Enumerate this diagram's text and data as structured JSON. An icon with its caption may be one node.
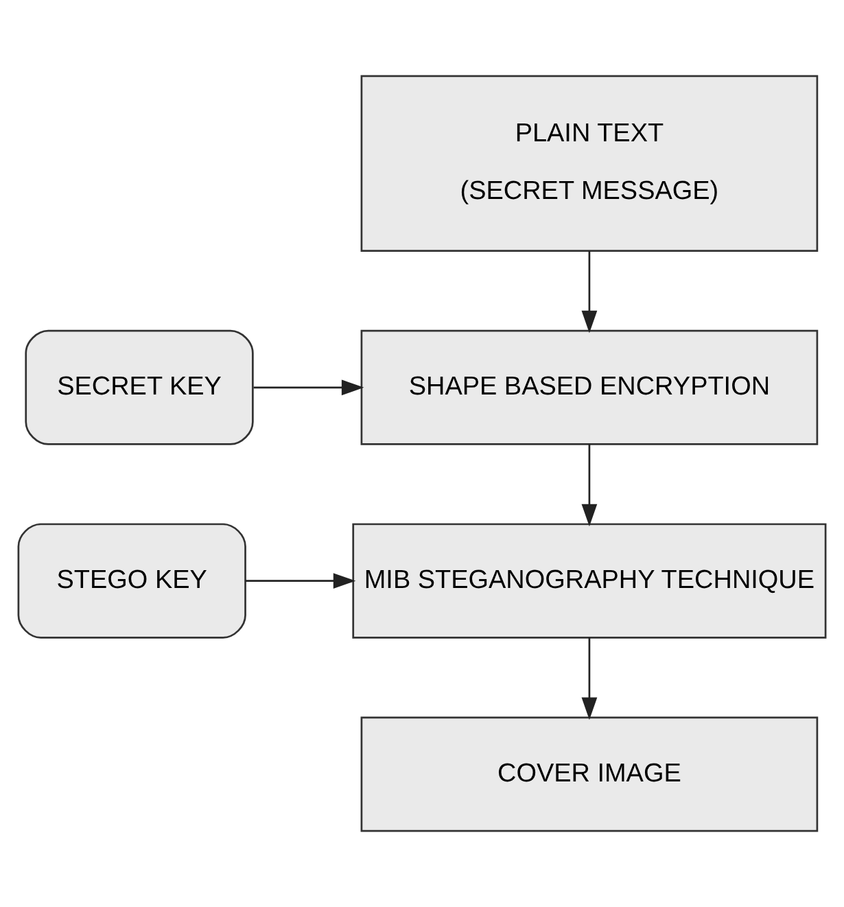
{
  "diagram": {
    "nodes": [
      {
        "text": [
          "PLAIN TEXT",
          "(SECRET MESSAGE)"
        ]
      },
      {
        "text": [
          "SECRET KEY"
        ]
      },
      {
        "text": [
          "SHAPE BASED ENCRYPTION"
        ]
      },
      {
        "text": [
          "STEGO KEY"
        ]
      },
      {
        "text": [
          "MIB STEGANOGRAPHY TECHNIQUE"
        ]
      },
      {
        "text": [
          "COVER IMAGE"
        ]
      }
    ],
    "edges": [
      {
        "from": 0,
        "to": 2,
        "arrow": "to"
      },
      {
        "from": 1,
        "to": 2,
        "arrow": "to"
      },
      {
        "from": 2,
        "to": 4,
        "arrow": "to"
      },
      {
        "from": 3,
        "to": 4,
        "arrow": "to"
      },
      {
        "from": 4,
        "to": 5,
        "arrow": "to"
      }
    ]
  }
}
